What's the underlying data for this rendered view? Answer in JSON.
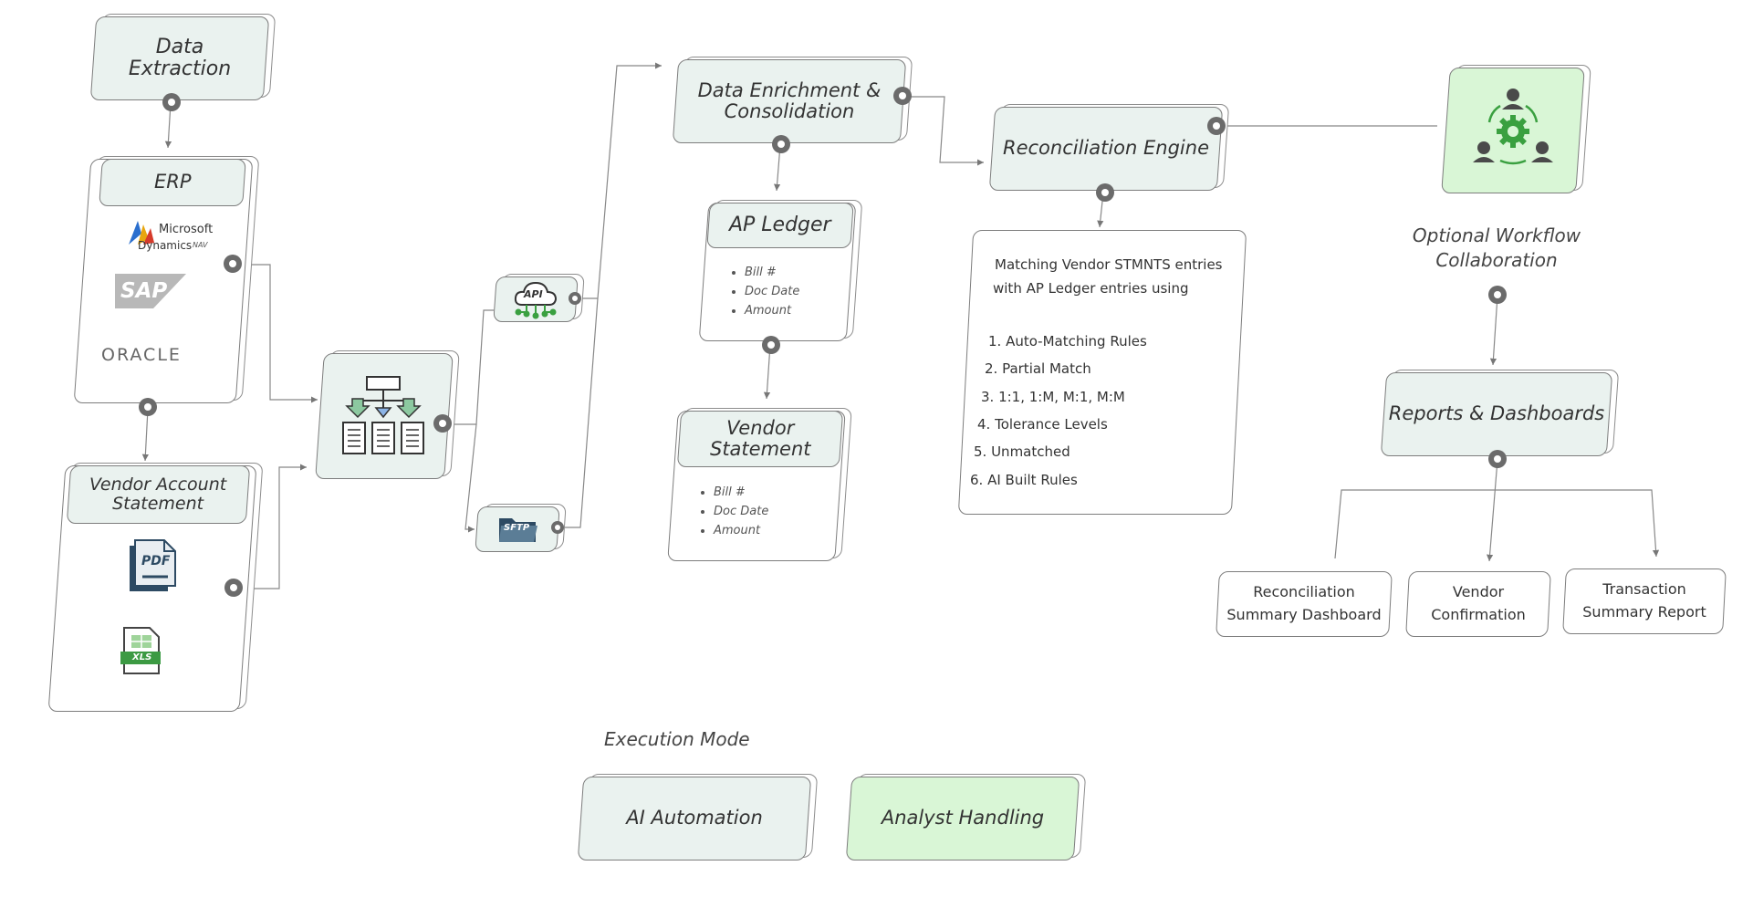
{
  "nodes": {
    "data_extraction": "Data\nExtraction",
    "erp": {
      "title": "ERP",
      "logos": [
        "Microsoft",
        "Dynamics",
        "NAV",
        "SAP",
        "ORACLE"
      ]
    },
    "vendor_account_statement": {
      "title": "Vendor Account\nStatement",
      "files": [
        "PDF",
        "XLS"
      ]
    },
    "api_label": "API",
    "sftp_label": "SFTP",
    "data_enrichment": "Data Enrichment &\nConsolidation",
    "ap_ledger": {
      "title": "AP Ledger",
      "fields": [
        "Bill #",
        "Doc Date",
        "Amount"
      ]
    },
    "vendor_statement": {
      "title": "Vendor\nStatement",
      "fields": [
        "Bill #",
        "Doc Date",
        "Amount"
      ]
    },
    "reconciliation_engine": "Reconciliation Engine",
    "matching": {
      "intro_1": "Matching Vendor STMNTS entries",
      "intro_2": "with AP Ledger entries using",
      "rules": [
        "1.  Auto-Matching Rules",
        "2. Partial Match",
        "3. 1:1, 1:M, M:1, M:M",
        "4. Tolerance Levels",
        "5. Unmatched",
        "6. AI Built Rules"
      ]
    },
    "optional_workflow": "Optional Workflow\nCollaboration",
    "reports_dashboards": "Reports & Dashboards",
    "outputs": [
      "Reconciliation\nSummary Dashboard",
      "Vendor\nConfirmation",
      "Transaction\nSummary Report"
    ]
  },
  "execution_mode": {
    "title": "Execution Mode",
    "ai_automation": "AI Automation",
    "analyst_handling": "Analyst Handling"
  },
  "colors": {
    "card_fill": "#eaf2ef",
    "accent_green": "#d9f6d6",
    "icon_green": "#3aa040",
    "knob": "#6b6b6b"
  }
}
